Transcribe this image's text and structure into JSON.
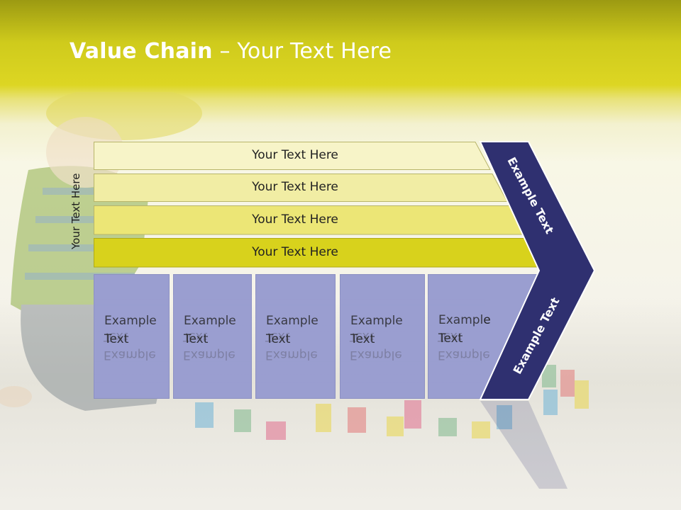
{
  "title": {
    "bold": "Value Chain",
    "rest": " – Your Text Here"
  },
  "vertical_label": "Your Text Here",
  "bars": [
    {
      "label": "Your Text Here",
      "fill": "#f7f4c8"
    },
    {
      "label": "Your Text Here",
      "fill": "#f1eda4"
    },
    {
      "label": "Your Text Here",
      "fill": "#ece676"
    },
    {
      "label": "Your Text Here",
      "fill": "#d8d21c"
    }
  ],
  "boxes": [
    {
      "label": "Example Text"
    },
    {
      "label": "Example Text"
    },
    {
      "label": "Example Text"
    },
    {
      "label": "Example Text"
    },
    {
      "label": "Example Text"
    }
  ],
  "chevron": {
    "upper_label": "Example Text",
    "lower_label": "Example Text",
    "color": "#2f3070"
  },
  "colors": {
    "header": "#cfcb1c",
    "box_fill": "#9a9ed0",
    "title_text": "#ffffff"
  }
}
